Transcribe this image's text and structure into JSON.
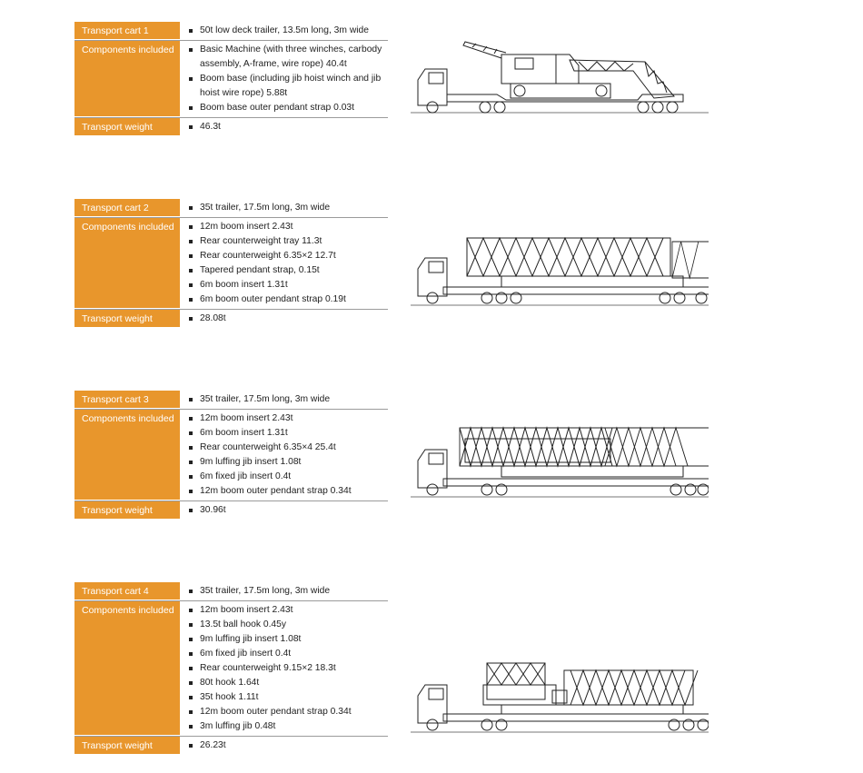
{
  "carts": [
    {
      "title": "Transport cart 1",
      "trailer": "50t low deck trailer, 13.5m long, 3m wide",
      "components_label": "Components included",
      "components": [
        "Basic Machine (with three winches, carbody assembly, A-frame, wire rope) 40.4t",
        "Boom base (including jib hoist winch and jib hoist wire rope) 5.88t",
        "Boom base outer pendant strap 0.03t"
      ],
      "weight_label": "Transport weight",
      "weight": "46.3t"
    },
    {
      "title": "Transport cart 2",
      "trailer": "35t trailer, 17.5m long, 3m wide",
      "components_label": "Components included",
      "components": [
        "12m boom insert 2.43t",
        "Rear counterweight tray 11.3t",
        "Rear counterweight 6.35×2 12.7t",
        "Tapered pendant strap, 0.15t",
        "6m boom insert 1.31t",
        "6m boom outer pendant strap 0.19t"
      ],
      "weight_label": "Transport weight",
      "weight": "28.08t"
    },
    {
      "title": "Transport cart 3",
      "trailer": "35t trailer, 17.5m long, 3m wide",
      "components_label": "Components included",
      "components": [
        "12m boom insert 2.43t",
        "6m boom insert 1.31t",
        "Rear counterweight 6.35×4 25.4t",
        "9m luffing jib insert 1.08t",
        "6m fixed jib insert 0.4t",
        "12m boom outer pendant strap 0.34t"
      ],
      "weight_label": "Transport weight",
      "weight": "30.96t"
    },
    {
      "title": "Transport cart 4",
      "trailer": "35t trailer, 17.5m long, 3m wide",
      "components_label": "Components included",
      "components": [
        "12m boom insert 2.43t",
        "13.5t ball hook 0.45y",
        "9m luffing jib insert 1.08t",
        "6m fixed jib insert 0.4t",
        "Rear counterweight 9.15×2 18.3t",
        "80t hook 1.64t",
        "35t hook 1.11t",
        "12m boom outer pendant strap 0.34t",
        "3m luffing jib 0.48t"
      ],
      "weight_label": "Transport weight",
      "weight": "26.23t"
    }
  ],
  "accent_color": "#e8962c"
}
